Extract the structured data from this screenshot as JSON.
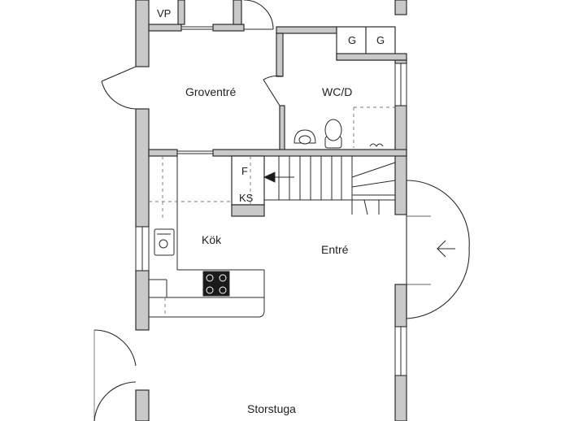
{
  "floor_plan": {
    "rooms": {
      "groventre": "Groventré",
      "wc": "WC/D",
      "kok": "Kök",
      "entre": "Entré",
      "storstuga": "Storstuga"
    },
    "fixtures": {
      "vp": "VP",
      "garderob_1": "G",
      "garderob_2": "G",
      "f": "F",
      "ks": "KS"
    }
  },
  "colors": {
    "wall_fill": "#c9c9c9",
    "wall_stroke": "#2b2b2b",
    "line": "#333333",
    "dashed": "#777777",
    "background": "#ffffff"
  }
}
